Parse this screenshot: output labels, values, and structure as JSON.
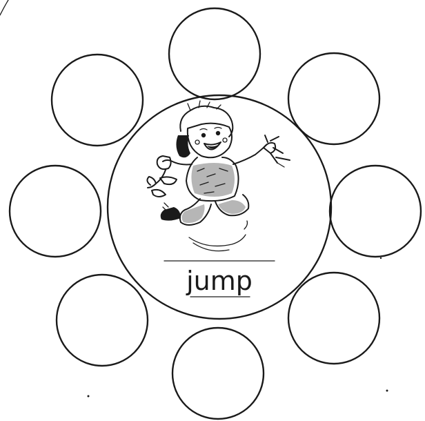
{
  "center": {
    "word": "jump",
    "illustration": "jumping-child-illustration"
  },
  "outer_circles": [
    {
      "id": "top",
      "text": ""
    },
    {
      "id": "top-right",
      "text": ""
    },
    {
      "id": "right",
      "text": ""
    },
    {
      "id": "bottom-right",
      "text": ""
    },
    {
      "id": "bottom",
      "text": ""
    },
    {
      "id": "bottom-left",
      "text": ""
    },
    {
      "id": "left",
      "text": ""
    },
    {
      "id": "top-left",
      "text": ""
    }
  ],
  "colors": {
    "ink": "#1a1a1a",
    "paper": "#ffffff"
  }
}
